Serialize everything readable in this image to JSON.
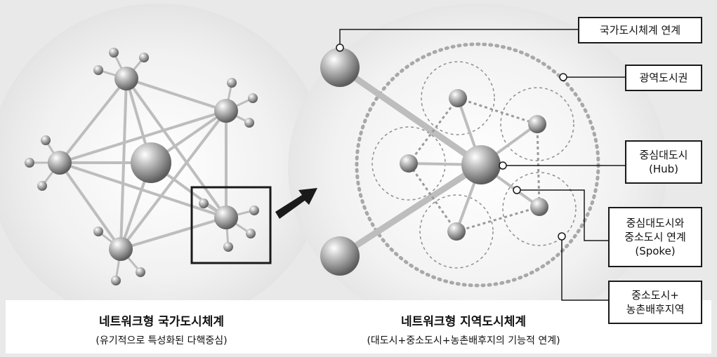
{
  "labels": {
    "national_link": "국가도시체계 연계",
    "metro_area": "광역도시권",
    "hub_line1": "중심대도시",
    "hub_line2": "(Hub)",
    "spoke_line1": "중심대도시와",
    "spoke_line2": "중소도시 연계",
    "spoke_line3": "(Spoke)",
    "rural_line1": "중소도시+",
    "rural_line2": "농촌배후지역"
  },
  "captions": {
    "left_title": "네트워크형 국가도시체계",
    "left_sub": "(유기적으로 특성화된 다핵중심)",
    "right_title": "네트워크형 지역도시체계",
    "right_sub": "(대도시+중소도시+농촌배후지의 기능적 연계)"
  },
  "colors": {
    "sphere": "#9a9a9a",
    "line": "#bdbdbd",
    "frame": "#1a1a1a"
  }
}
